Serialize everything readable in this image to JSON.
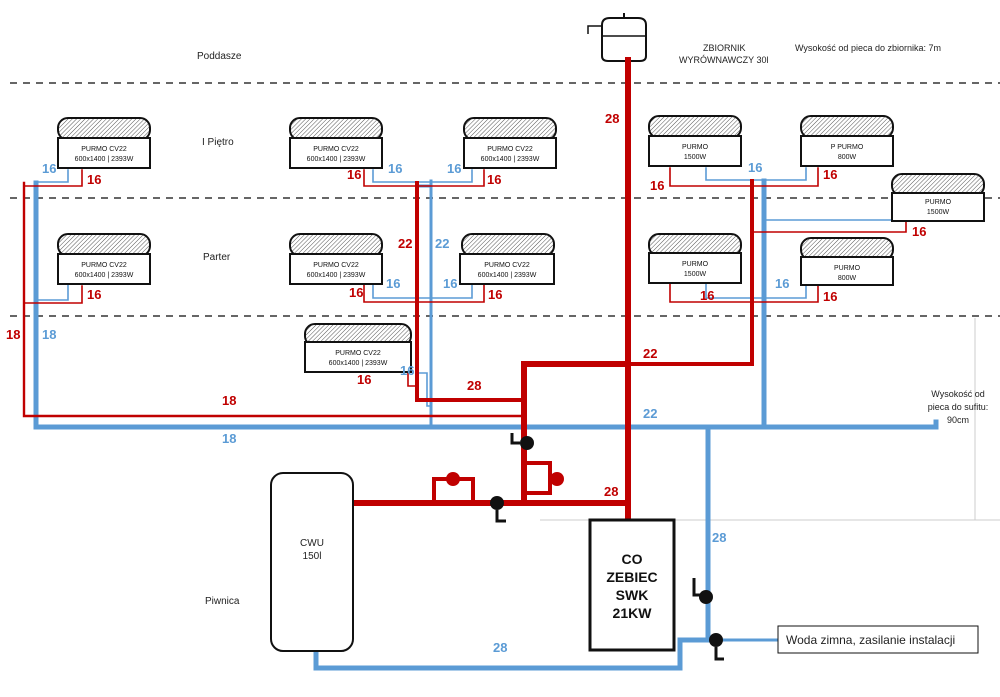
{
  "colors": {
    "supply": "#c00000",
    "return": "#5b9bd5",
    "outline": "#111111",
    "floor_line": "#333333"
  },
  "floors": {
    "poddasze": "Poddasze",
    "pietro": "I Piętro",
    "parter": "Parter",
    "piwnica": "Piwnica"
  },
  "tank": {
    "label_line1": "ZBIORNIK",
    "label_line2": "WYRÓWNAWCZY 30l",
    "height_note": "Wysokość od pieca do zbiornika: 7m"
  },
  "ceiling_note": {
    "line1": "Wysokość od",
    "line2": "pieca do sufitu:",
    "line3": "90cm"
  },
  "radiators": {
    "p1_left": {
      "line1": "PURMO CV22",
      "line2": "600x1400 | 2393W"
    },
    "p1_mid": {
      "line1": "PURMO CV22",
      "line2": "600x1400 | 2393W"
    },
    "p1_right": {
      "line1": "PURMO CV22",
      "line2": "600x1400 | 2393W"
    },
    "p1_purmo": {
      "line1": "PURMO",
      "line2": "1500W"
    },
    "p1_ppurmo": {
      "line1": "P PURMO",
      "line2": "800W"
    },
    "side": {
      "line1": "PURMO",
      "line2": "1500W"
    },
    "p0_left": {
      "line1": "PURMO CV22",
      "line2": "600x1400 | 2393W"
    },
    "p0_mid": {
      "line1": "PURMO CV22",
      "line2": "600x1400 | 2393W"
    },
    "p0_right": {
      "line1": "PURMO CV22",
      "line2": "600x1400 | 2393W"
    },
    "p0_purmo": {
      "line1": "PURMO",
      "line2": "1500W"
    },
    "p0_small": {
      "line1": "PURMO",
      "line2": "800W"
    },
    "low": {
      "line1": "PURMO CV22",
      "line2": "600x1400 | 2393W"
    }
  },
  "cwu": {
    "line1": "CWU",
    "line2": "150l"
  },
  "boiler": {
    "line1": "CO",
    "line2": "ZEBIEC",
    "line3": "SWK",
    "line4": "21KW"
  },
  "water_box": "Woda zimna, zasilanie instalacji",
  "pipe_labels": {
    "d16": "16",
    "d18": "18",
    "d22": "22",
    "d28": "28"
  }
}
